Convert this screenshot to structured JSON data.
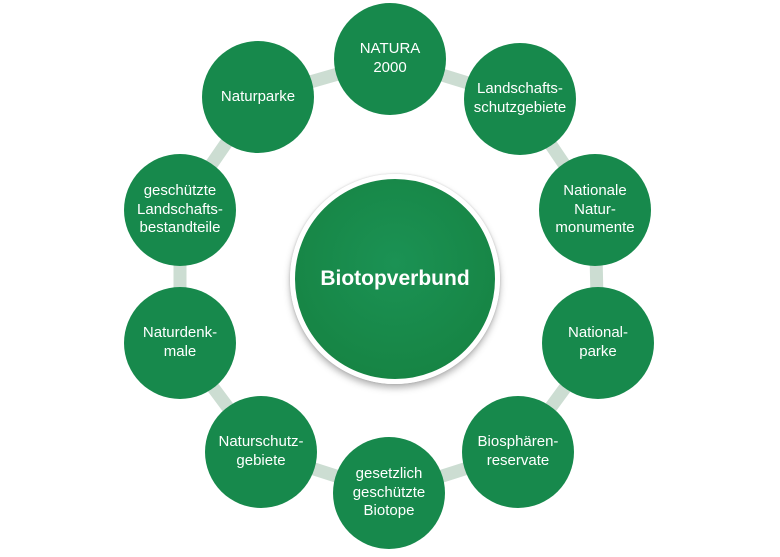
{
  "diagram": {
    "title": "Biotopverbund",
    "nodes": [
      {
        "id": "natura-2000",
        "label": "NATURA\n2000"
      },
      {
        "id": "landschaftsschutzgebiete",
        "label": "Landschafts-\nschutzgebiete"
      },
      {
        "id": "nationale-naturmonumente",
        "label": "Nationale\nNatur-\nmonumente"
      },
      {
        "id": "nationalparke",
        "label": "National-\nparke"
      },
      {
        "id": "biosphaerenreservate",
        "label": "Biosphären-\nreservate"
      },
      {
        "id": "gesetzlich-geschuetzte-biotope",
        "label": "gesetzlich\ngeschützte\nBiotope"
      },
      {
        "id": "naturschutzgebiete",
        "label": "Naturschutz-\ngebiete"
      },
      {
        "id": "naturdenkmale",
        "label": "Naturdenk-\nmale"
      },
      {
        "id": "geschuetzte-landschaftsbestandteile",
        "label": "geschützte\nLandschafts-\nbestandteile"
      },
      {
        "id": "naturparke",
        "label": "Naturparke"
      }
    ],
    "colors": {
      "node": "#17894C",
      "connector": "#CCDDD2",
      "text": "#FFFFFF",
      "background": "#FFFFFF"
    }
  }
}
